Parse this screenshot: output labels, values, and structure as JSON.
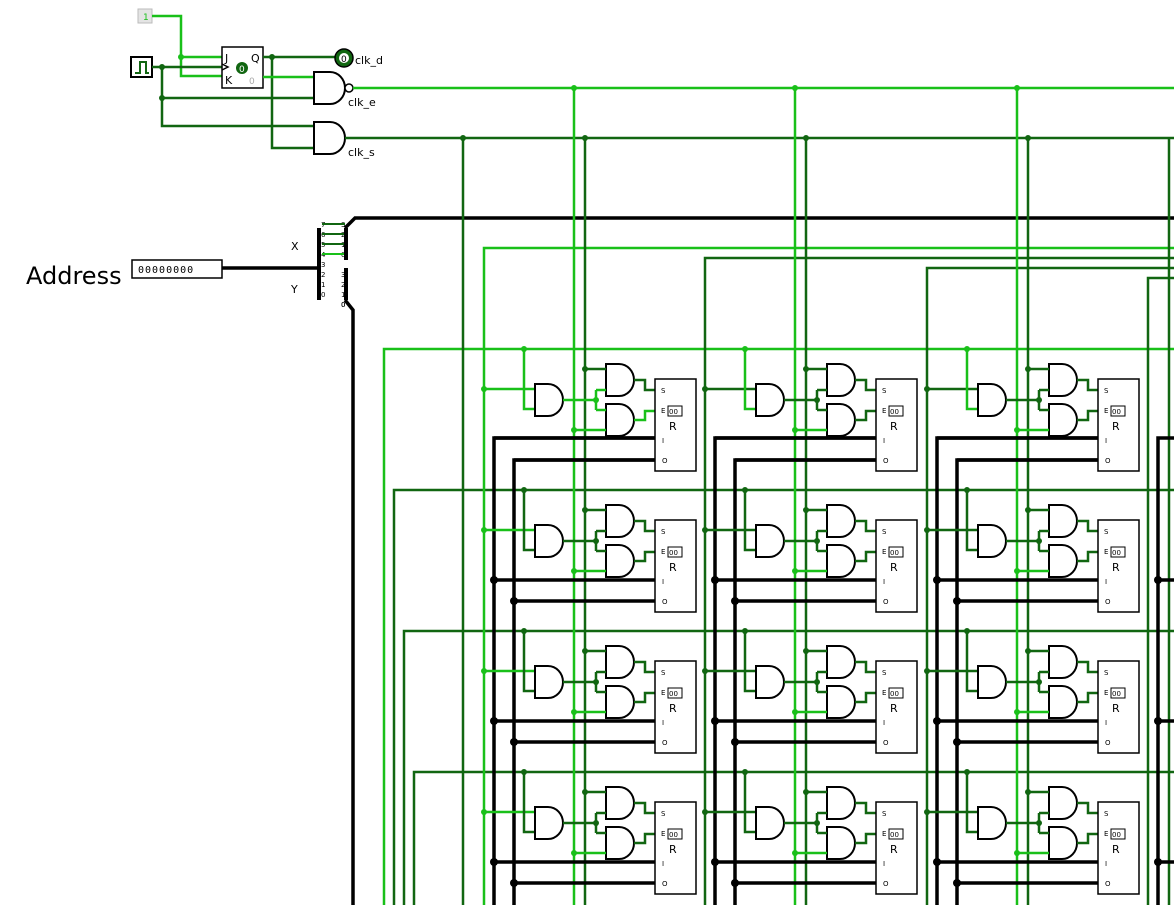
{
  "colors": {
    "wire_active": "#19c019",
    "wire_inactive": "#116611",
    "bus": "#000000",
    "background": "#ffffff"
  },
  "constant": {
    "value": "1"
  },
  "clock": {
    "icon": "clock-square-wave-icon"
  },
  "flipflop": {
    "j_label": "J",
    "k_label": "K",
    "q_label": "Q",
    "state": "0",
    "k_value": "0"
  },
  "outputs": {
    "clk_d": {
      "label": "clk_d",
      "led_value": "0"
    },
    "clk_e": {
      "label": "clk_e"
    },
    "clk_s": {
      "label": "clk_s"
    }
  },
  "address": {
    "label": "Address",
    "value": "00000000"
  },
  "splitter": {
    "x_label": "X",
    "y_label": "Y",
    "bits_left": [
      "7",
      "6",
      "5",
      "4",
      "3",
      "2",
      "1",
      "0"
    ],
    "x_out": [
      "3",
      "2",
      "1",
      "0"
    ],
    "y_out": [
      "3",
      "2",
      "1",
      "0"
    ],
    "tail": "0"
  },
  "register_cell": {
    "symbol": "R",
    "pin_top": "S",
    "pin_enable": "E",
    "pin_in": "I",
    "pin_out": "O",
    "value": "00"
  }
}
